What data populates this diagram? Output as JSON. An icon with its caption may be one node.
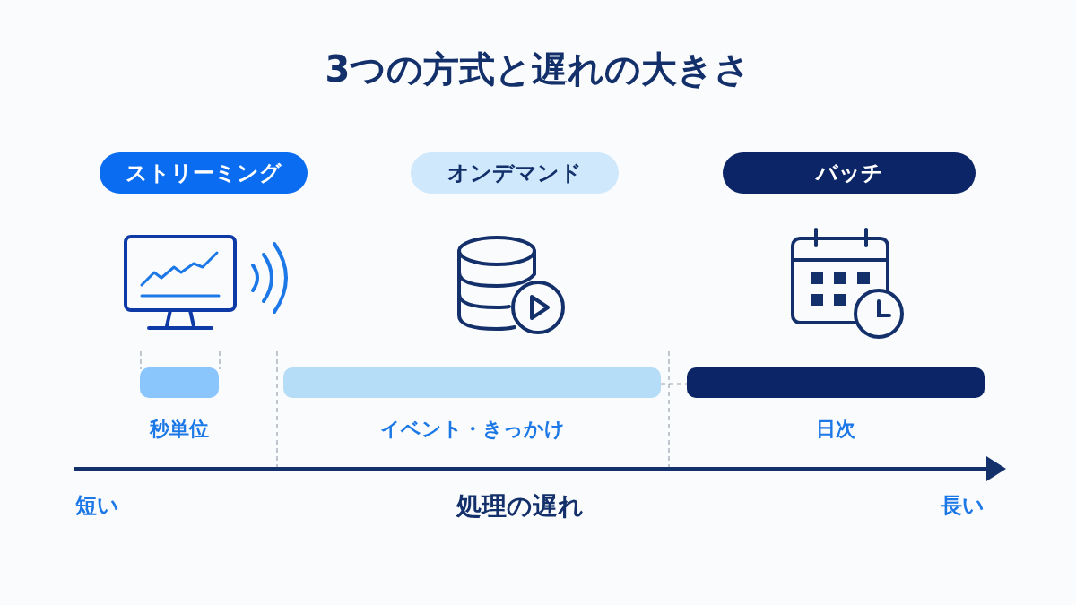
{
  "diagram": {
    "title": "3つの方式と遅れの大きさ",
    "nodes": [
      {
        "text": [
          "ストリーミング"
        ]
      },
      {
        "text": [
          "オンデマンド"
        ]
      },
      {
        "text": [
          "バッチ"
        ]
      },
      {
        "text": [],
        "shape": "bar",
        "beside": [
          "秒単位"
        ]
      },
      {
        "text": [],
        "shape": "bar",
        "beside": [
          "イベント・きっかけ"
        ]
      },
      {
        "text": [],
        "shape": "bar",
        "beside": [
          "日次"
        ]
      }
    ],
    "edges": [
      {
        "from": 4,
        "to": 5,
        "arrow": "none",
        "style": "dashed"
      }
    ],
    "labels": [
      "短い",
      "処理の遅れ",
      "長い"
    ]
  }
}
